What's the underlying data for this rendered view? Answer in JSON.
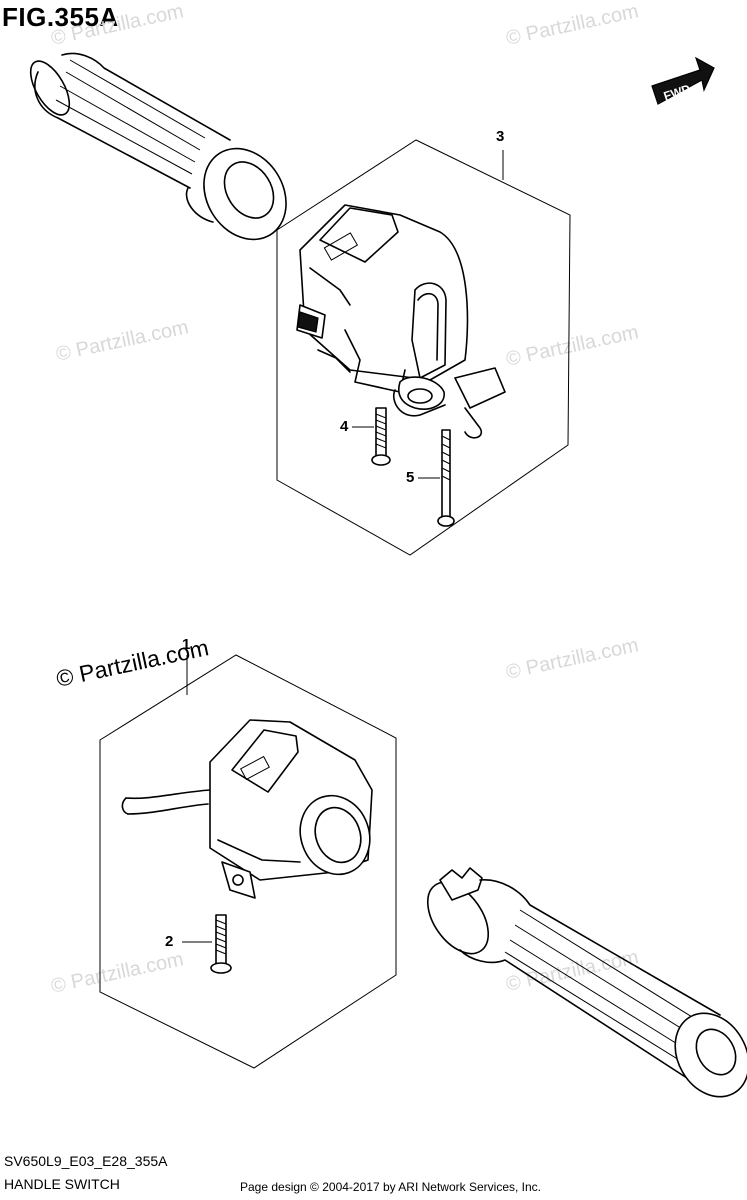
{
  "figure": {
    "title": "FIG.355A"
  },
  "fwd_label": "FWD",
  "callouts": {
    "c1": "1",
    "c2": "2",
    "c3": "3",
    "c4": "4",
    "c5": "5"
  },
  "watermark": {
    "text": "© Partzilla.com",
    "prominent_text": "© Partzilla.com"
  },
  "footer": {
    "code": "SV650L9_E03_E28_355A",
    "title": "HANDLE SWITCH",
    "credit": "Page design © 2004-2017 by ARI Network Services, Inc."
  }
}
